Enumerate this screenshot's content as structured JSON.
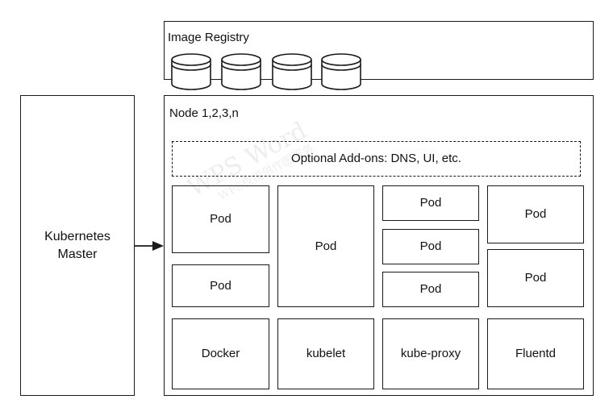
{
  "registry": {
    "title": "Image Registry"
  },
  "master": {
    "line1": "Kubernetes",
    "line2": "Master"
  },
  "node": {
    "title": "Node 1,2,3,n",
    "addons": "Optional Add-ons: DNS, UI, etc."
  },
  "pods": {
    "label": "Pod"
  },
  "components": {
    "docker": "Docker",
    "kubelet": "kubelet",
    "kube_proxy": "kube-proxy",
    "fluentd": "Fluentd"
  },
  "watermark": {
    "line1": "WPS Word",
    "line2": "WPS仅提供作图服务"
  }
}
